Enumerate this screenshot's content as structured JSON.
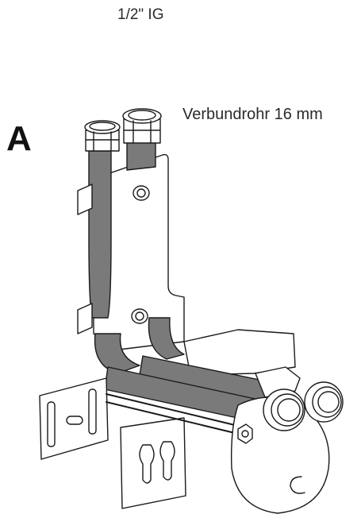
{
  "labels": {
    "thread": "1/2\" IG",
    "pipe": "Verbundrohr 16 mm",
    "figure_letter": "A"
  },
  "colors": {
    "line": "#1a1a1a",
    "pipe_fill": "#7a7a7a",
    "metal_fill": "#ffffff"
  }
}
